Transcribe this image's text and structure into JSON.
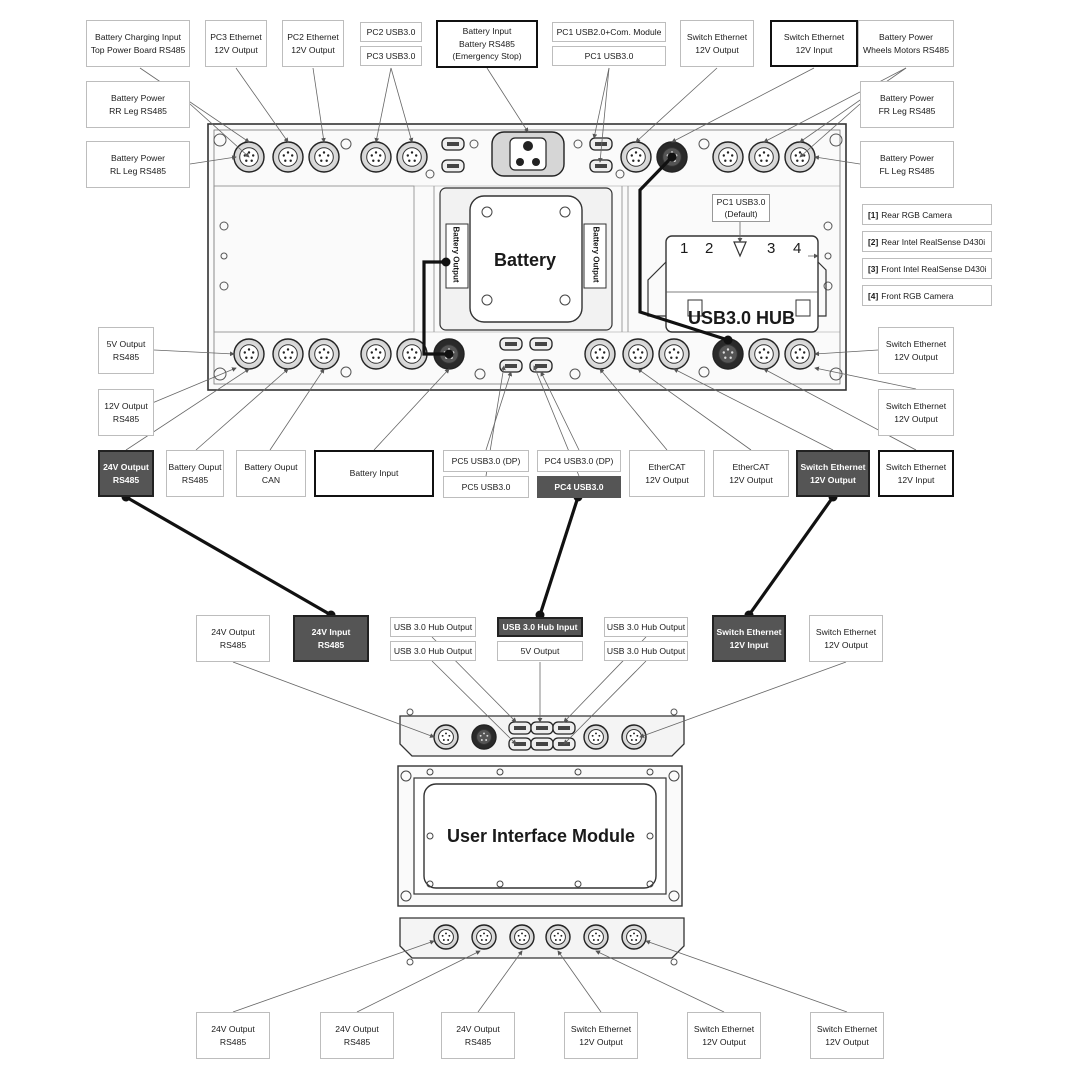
{
  "top_labels": [
    {
      "id": "bat-charging",
      "lines": [
        "Battery Charging Input",
        "Top Power Board RS485"
      ]
    },
    {
      "id": "pc3-eth",
      "lines": [
        "PC3 Ethernet",
        "12V Output"
      ]
    },
    {
      "id": "pc2-eth",
      "lines": [
        "PC2 Ethernet",
        "12V Output"
      ]
    },
    {
      "id": "pc2-usb",
      "lines": [
        "PC2 USB3.0"
      ]
    },
    {
      "id": "pc3-usb",
      "lines": [
        "PC3 USB3.0"
      ]
    },
    {
      "id": "bat-input-top",
      "lines": [
        "Battery Input",
        "Battery RS485",
        "(Emergency Stop)"
      ]
    },
    {
      "id": "pc1-usb2",
      "lines": [
        "PC1 USB2.0+Com. Module"
      ]
    },
    {
      "id": "pc1-usb3",
      "lines": [
        "PC1 USB3.0"
      ]
    },
    {
      "id": "switch-eth-out-top",
      "lines": [
        "Switch Ethernet",
        "12V Output"
      ]
    },
    {
      "id": "switch-eth-in-top",
      "lines": [
        "Switch Ethernet",
        "12V Input"
      ]
    },
    {
      "id": "bat-power-wheels",
      "lines": [
        "Battery Power",
        "Wheels Motors RS485"
      ]
    },
    {
      "id": "bat-power-rr",
      "lines": [
        "Battery Power",
        "RR Leg RS485"
      ]
    },
    {
      "id": "bat-power-rl",
      "lines": [
        "Battery Power",
        "RL Leg RS485"
      ]
    },
    {
      "id": "bat-power-fr",
      "lines": [
        "Battery Power",
        "FR Leg RS485"
      ]
    },
    {
      "id": "bat-power-fl",
      "lines": [
        "Battery Power",
        "FL Leg RS485"
      ]
    }
  ],
  "center": {
    "battery": "Battery",
    "battery_output": "Battery Output",
    "hub_title": "USB3.0 HUB",
    "hub_ports": [
      "1",
      "2",
      "3",
      "4"
    ],
    "pc1_default": [
      "PC1 USB3.0",
      "(Default)"
    ]
  },
  "cameras": [
    {
      "num": "[1]",
      "name": "Rear RGB Camera"
    },
    {
      "num": "[2]",
      "name": "Rear Intel RealSense D430i"
    },
    {
      "num": "[3]",
      "name": "Front Intel RealSense D430i"
    },
    {
      "num": "[4]",
      "name": "Front RGB Camera"
    }
  ],
  "side_labels": [
    {
      "id": "5v-out",
      "lines": [
        "5V Output",
        "RS485"
      ]
    },
    {
      "id": "12v-out-left",
      "lines": [
        "12V Output",
        "RS485"
      ]
    },
    {
      "id": "switch-eth-out-r1",
      "lines": [
        "Switch Ethernet",
        "12V Output"
      ]
    },
    {
      "id": "switch-eth-out-r2",
      "lines": [
        "Switch Ethernet",
        "12V Output"
      ]
    }
  ],
  "lower_labels": [
    {
      "id": "24v-out",
      "lines": [
        "24V Output",
        "RS485"
      ]
    },
    {
      "id": "bat-out-rs485",
      "lines": [
        "Battery Ouput",
        "RS485"
      ]
    },
    {
      "id": "bat-out-can",
      "lines": [
        "Battery Ouput",
        "CAN"
      ]
    },
    {
      "id": "bat-input-low",
      "lines": [
        "Battery Input"
      ]
    },
    {
      "id": "pc5-dp",
      "lines": [
        "PC5 USB3.0 (DP)"
      ]
    },
    {
      "id": "pc5-usb",
      "lines": [
        "PC5 USB3.0"
      ]
    },
    {
      "id": "pc4-dp",
      "lines": [
        "PC4 USB3.0 (DP)"
      ]
    },
    {
      "id": "pc4-usb",
      "lines": [
        "PC4 USB3.0"
      ]
    },
    {
      "id": "ethercat-1",
      "lines": [
        "EtherCAT",
        "12V Output"
      ]
    },
    {
      "id": "ethercat-2",
      "lines": [
        "EtherCAT",
        "12V Output"
      ]
    },
    {
      "id": "switch-eth-out-low",
      "lines": [
        "Switch Ethernet",
        "12V Output"
      ]
    },
    {
      "id": "switch-eth-in-low",
      "lines": [
        "Switch Ethernet",
        "12V Input"
      ]
    }
  ],
  "ui_labels": [
    {
      "id": "ui-24v-out",
      "lines": [
        "24V Output",
        "RS485"
      ]
    },
    {
      "id": "ui-24v-in",
      "lines": [
        "24V Input",
        "RS485"
      ]
    },
    {
      "id": "ui-hub-out-1",
      "lines": [
        "USB 3.0 Hub Output"
      ]
    },
    {
      "id": "ui-hub-out-2",
      "lines": [
        "USB 3.0 Hub Output"
      ]
    },
    {
      "id": "ui-hub-in",
      "lines": [
        "USB 3.0 Hub Input"
      ]
    },
    {
      "id": "ui-5v-out",
      "lines": [
        "5V Output"
      ]
    },
    {
      "id": "ui-hub-out-3",
      "lines": [
        "USB 3.0 Hub Output"
      ]
    },
    {
      "id": "ui-hub-out-4",
      "lines": [
        "USB 3.0 Hub Output"
      ]
    },
    {
      "id": "ui-switch-in",
      "lines": [
        "Switch Ethernet",
        "12V Input"
      ]
    },
    {
      "id": "ui-switch-out",
      "lines": [
        "Switch Ethernet",
        "12V Output"
      ]
    }
  ],
  "ui_module_title": "User Interface Module",
  "bottom_labels": [
    {
      "id": "b-24v-1",
      "lines": [
        "24V Output",
        "RS485"
      ]
    },
    {
      "id": "b-24v-2",
      "lines": [
        "24V Output",
        "RS485"
      ]
    },
    {
      "id": "b-24v-3",
      "lines": [
        "24V Output",
        "RS485"
      ]
    },
    {
      "id": "b-sw-1",
      "lines": [
        "Switch Ethernet",
        "12V Output"
      ]
    },
    {
      "id": "b-sw-2",
      "lines": [
        "Switch Ethernet",
        "12V Output"
      ]
    },
    {
      "id": "b-sw-3",
      "lines": [
        "Switch Ethernet",
        "12V Output"
      ]
    }
  ]
}
